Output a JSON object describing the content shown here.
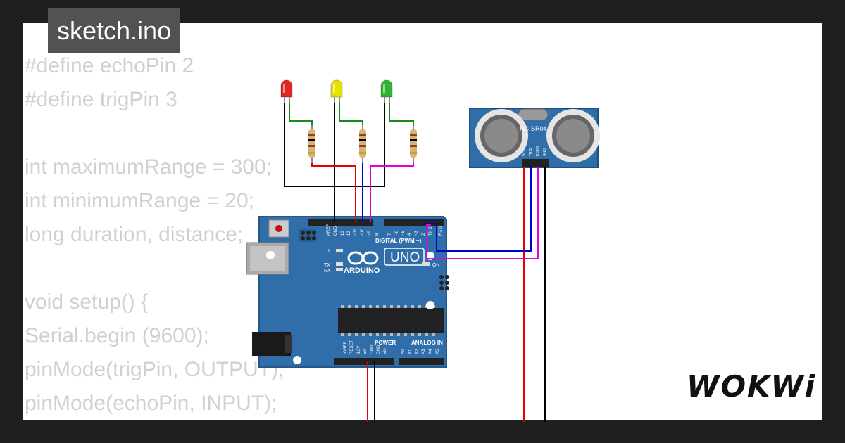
{
  "tab": {
    "filename": "sketch.ino"
  },
  "code": {
    "lines": [
      "#define echoPin 2",
      "#define trigPin 3",
      "",
      "int maximumRange = 300;",
      "int minimumRange = 20;",
      "long duration, distance;",
      "",
      "void setup() {",
      "Serial.begin (9600);",
      "pinMode(trigPin, OUTPUT);",
      "pinMode(echoPin, INPUT);"
    ]
  },
  "board": {
    "brand": "ARDUINO",
    "model": "UNO",
    "digital_label": "DIGITAL (PWM ~)",
    "power_label": "POWER",
    "analog_label": "ANALOG IN",
    "led_l": "L",
    "led_tx": "TX",
    "led_rx": "RX",
    "led_on": "ON",
    "top_pins": [
      "AREF",
      "GND",
      "13",
      "12",
      "~11",
      "~10",
      "~9",
      "8",
      "7",
      "~6",
      "~5",
      "4",
      "~3",
      "2",
      "TX 1",
      "RX 0"
    ],
    "bottom_power_pins": [
      "IOREF",
      "RESET",
      "3.3V",
      "5V",
      "GND",
      "GND",
      "Vin"
    ],
    "bottom_analog_pins": [
      "A0",
      "A1",
      "A2",
      "A3",
      "A4",
      "A5"
    ]
  },
  "sensor": {
    "model": "HC-SR04",
    "pins": [
      "VCC",
      "TRIG",
      "ECHO",
      "GND"
    ]
  },
  "leds": [
    {
      "color": "#e02525"
    },
    {
      "color": "#e8e000"
    },
    {
      "color": "#2fb52f"
    }
  ],
  "wire_colors": {
    "black": "#000000",
    "red": "#e60000",
    "green": "#1a8a1a",
    "magenta": "#e000e0",
    "blue": "#0000cc"
  },
  "logo": {
    "text": "WOKWi"
  }
}
